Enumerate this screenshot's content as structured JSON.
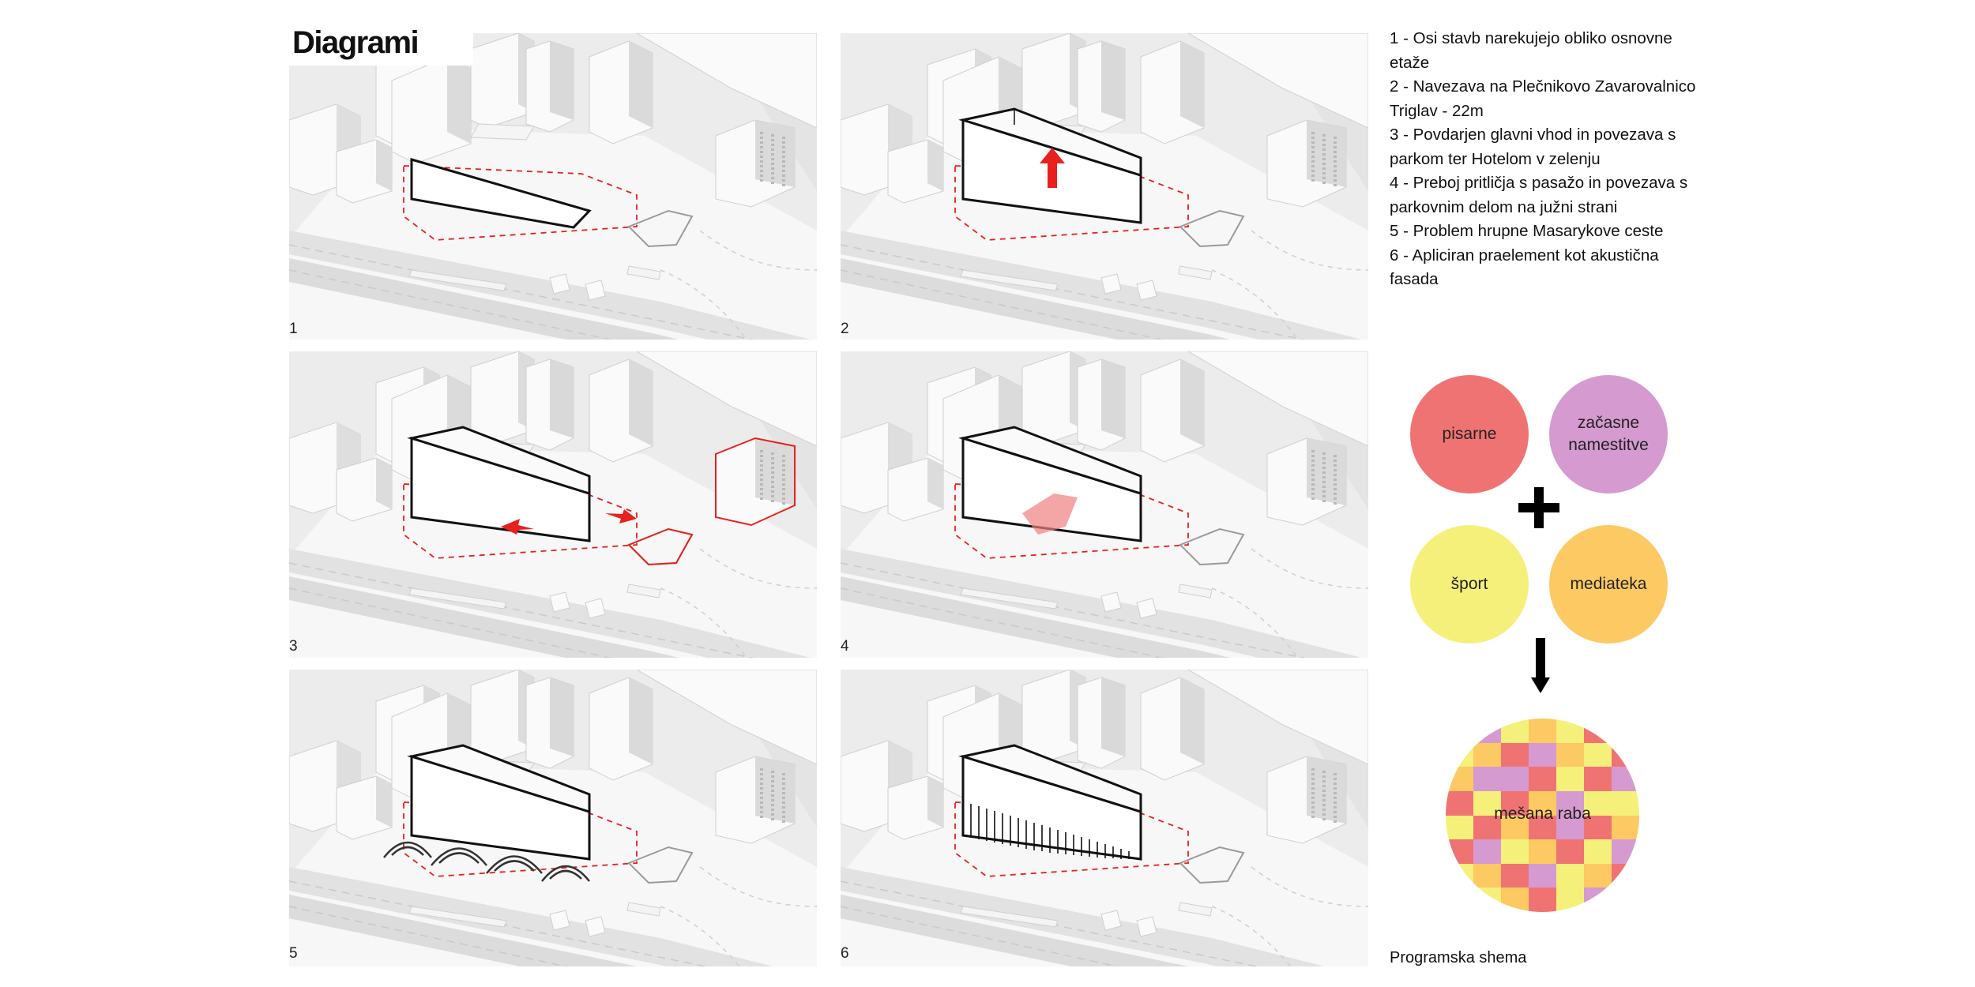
{
  "title": "Diagrami",
  "panels": [
    {
      "label": "1"
    },
    {
      "label": "2"
    },
    {
      "label": "3"
    },
    {
      "label": "4"
    },
    {
      "label": "5"
    },
    {
      "label": "6"
    }
  ],
  "notes": [
    "1 - Osi stavb narekujejo obliko osnovne etaže",
    "2 - Navezava na Plečnikovo Zavarovalnico Triglav - 22m",
    "3 - Povdarjen glavni vhod in povezava s parkom ter Hotelom v zelenju",
    "4 - Preboj pritličja s pasažo in povezava s parkovnim delom na južni strani",
    "5 - Problem hrupne Masarykove ceste",
    "6 - Apliciran praelement kot akustična fasada"
  ],
  "program": {
    "circles": [
      {
        "label": "pisarne",
        "color": "#f07373"
      },
      {
        "label": "začasne namestitve",
        "color": "#d59ad0"
      },
      {
        "label": "šport",
        "color": "#f5f07a"
      },
      {
        "label": "mediateka",
        "color": "#fcc963"
      }
    ],
    "result": "mešana raba",
    "caption": "Programska shema"
  },
  "colors": {
    "accent_red": "#e8201e",
    "panel_bg": "#ececec",
    "building": "#f8f8f8"
  }
}
